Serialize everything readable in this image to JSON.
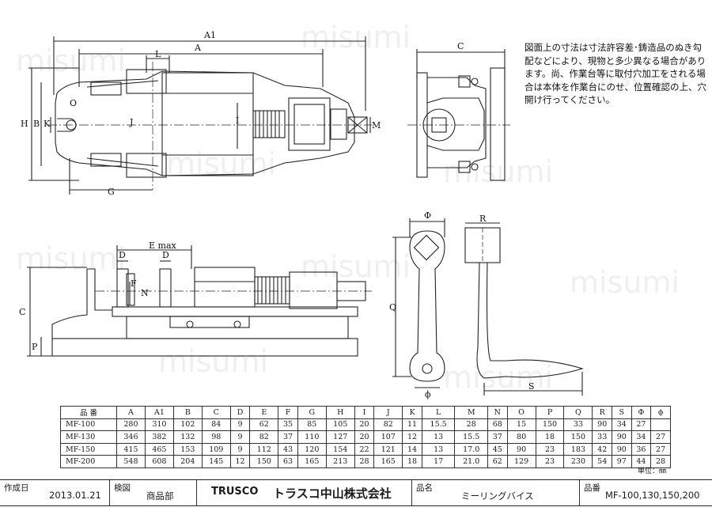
{
  "note_text": "図面上の寸法は寸法許容差･鋳造品のぬき勾配などにより、現物と多少異なる場合があります。尚、作業台等に取付穴加工をされる場合は本体を作業台にのせ、位置確認の上、穴開け行ってください。",
  "watermark": "misumi",
  "labels": {
    "A1": "A1",
    "A": "A",
    "C_top": "C",
    "H": "H",
    "B": "B",
    "K": "K",
    "O": "O",
    "L": "L",
    "J": "J",
    "I": "I",
    "M": "M",
    "G": "G",
    "D1": "D",
    "D2": "D",
    "Emax": "E max",
    "F": "F",
    "N": "N",
    "C_side": "C",
    "P": "P",
    "Phi": "Φ",
    "R": "R",
    "Q": "Q",
    "S": "S",
    "phi": "ϕ"
  },
  "table": {
    "header_model": "品 番",
    "columns": [
      "A",
      "A1",
      "B",
      "C",
      "D",
      "E",
      "F",
      "G",
      "H",
      "I",
      "J",
      "K",
      "L",
      "M",
      "N",
      "O",
      "P",
      "Q",
      "R",
      "S",
      "Φ",
      "ϕ"
    ],
    "rows": [
      {
        "model": "MF-100",
        "values": [
          "280",
          "310",
          "102",
          "84",
          "9",
          "62",
          "35",
          "85",
          "105",
          "20",
          "82",
          "11",
          "15.5",
          "28",
          "68",
          "15",
          "150",
          "33",
          "90",
          "34",
          "27"
        ]
      },
      {
        "model": "MF-130",
        "values": [
          "346",
          "382",
          "132",
          "98",
          "9",
          "82",
          "37",
          "110",
          "127",
          "20",
          "107",
          "12",
          "13",
          "15.5",
          "37",
          "80",
          "18",
          "150",
          "33",
          "90",
          "34",
          "27"
        ]
      },
      {
        "model": "MF-150",
        "values": [
          "415",
          "465",
          "153",
          "109",
          "9",
          "112",
          "43",
          "120",
          "154",
          "22",
          "121",
          "14",
          "13",
          "17.0",
          "45",
          "90",
          "23",
          "183",
          "42",
          "90",
          "36",
          "27"
        ]
      },
      {
        "model": "MF-200",
        "values": [
          "548",
          "608",
          "204",
          "145",
          "12",
          "150",
          "63",
          "165",
          "213",
          "28",
          "165",
          "18",
          "17",
          "21.0",
          "62",
          "129",
          "23",
          "230",
          "54",
          "97",
          "44",
          "28"
        ]
      }
    ]
  },
  "unit": "単位：㎜",
  "titleblock": {
    "created_label": "作成日",
    "created_value": "2013.01.21",
    "check_label": "検図",
    "check_value": "商品部",
    "brand": "TRUSCO",
    "company": "トラスコ中山株式会社",
    "name_label": "品名",
    "name_value": "ミーリングバイス",
    "code_label": "品番",
    "code_value": "MF-100,130,150,200"
  }
}
